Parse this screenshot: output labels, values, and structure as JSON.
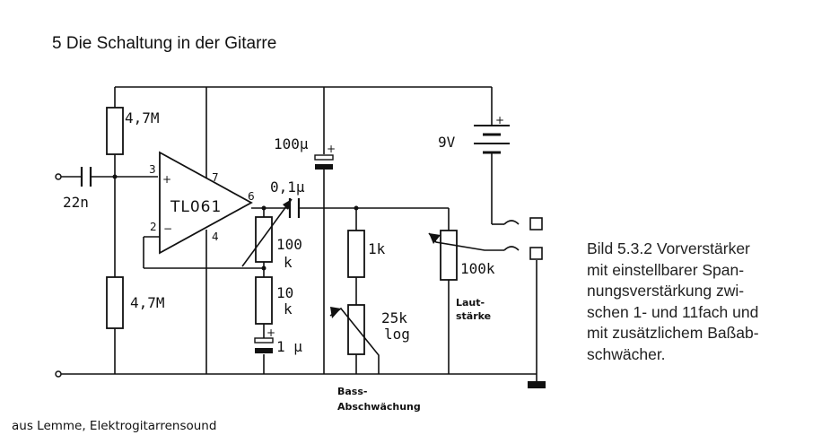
{
  "heading": "5 Die Schaltung in der Gitarre",
  "caption": [
    "Bild 5.3.2  Vorverstärker",
    "mit einstellbarer Span-",
    "nungsverstärkung zwi-",
    "schen 1- und 11fach und",
    "mit zusätzlichem Baßab-",
    "schwächer."
  ],
  "source": "aus Lemme, Elektrogitarrensound",
  "labels": {
    "r_top": "4,7M",
    "r_bottom": "4,7M",
    "c_in": "22n",
    "opamp": "TL061",
    "pin3": "3",
    "pin2": "2",
    "pin7": "7",
    "pin4": "4",
    "pin6": "6",
    "plus": "+",
    "minus": "−",
    "c_out": "0,1µ",
    "c_big": "100µ",
    "c_big_plus": "+",
    "battery": "9V",
    "battery_plus": "+",
    "pot_gain_1": "100",
    "pot_gain_2": "k",
    "r_10k_1": "10",
    "r_10k_2": "k",
    "c_1u": "1 µ",
    "c_1u_plus": "+",
    "r_1k": "1k",
    "pot_bass_1": "25k",
    "pot_bass_2": "log",
    "bass_1": "Bass-",
    "bass_2": "Abschwächung",
    "pot_vol": "100k",
    "vol_1": "Laut-",
    "vol_2": "stärke"
  }
}
